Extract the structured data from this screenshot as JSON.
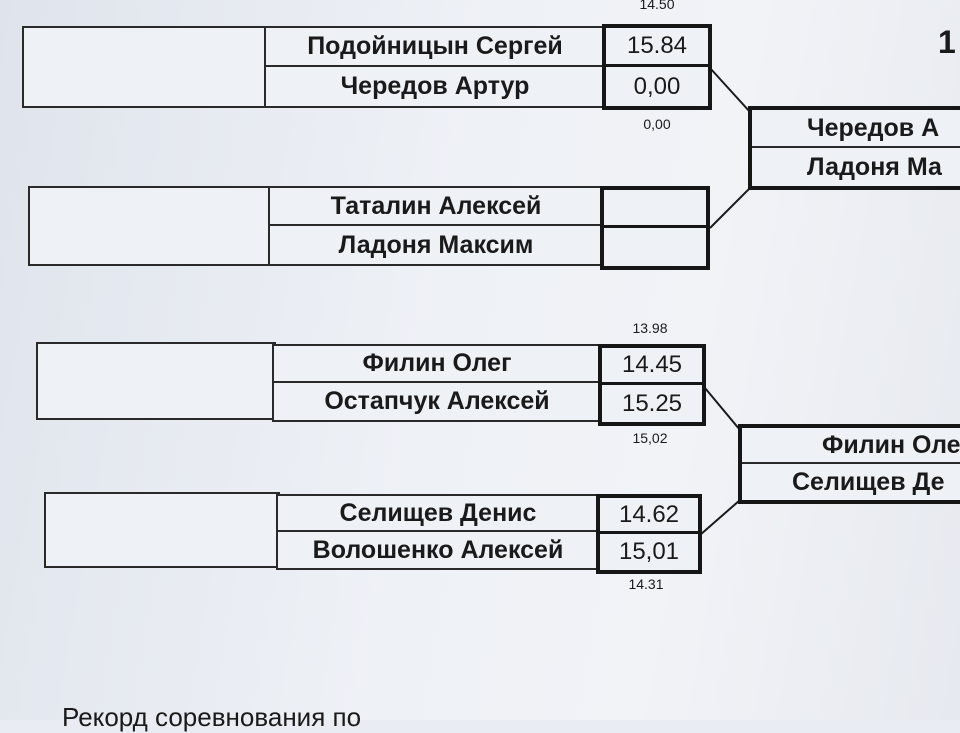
{
  "round_label": "1",
  "bracket": [
    {
      "id": "m1",
      "players": [
        "Подойницын Сергей",
        "Чередов Артур"
      ],
      "scores": [
        "15.84",
        "0,00"
      ],
      "above": "14.50",
      "below": "0,00"
    },
    {
      "id": "m2",
      "players": [
        "Таталин Алексей",
        "Ладоня Максим"
      ],
      "scores": [
        "",
        ""
      ],
      "above": "",
      "below": ""
    },
    {
      "id": "m3",
      "players": [
        "Филин Олег",
        "Остапчук Алексей"
      ],
      "scores": [
        "14.45",
        "15.25"
      ],
      "above": "13.98",
      "below": "15,02"
    },
    {
      "id": "m4",
      "players": [
        "Селищев Денис",
        "Волошенко Алексей"
      ],
      "scores": [
        "14.62",
        "15,01"
      ],
      "above": "",
      "below": "14.31"
    }
  ],
  "next_round": [
    {
      "players": [
        "Чередов А",
        "Ладоня Ма"
      ]
    },
    {
      "players": [
        "Филин Оле",
        "Селищев Де"
      ]
    }
  ],
  "footer_text": "Рекорд соревнования по"
}
